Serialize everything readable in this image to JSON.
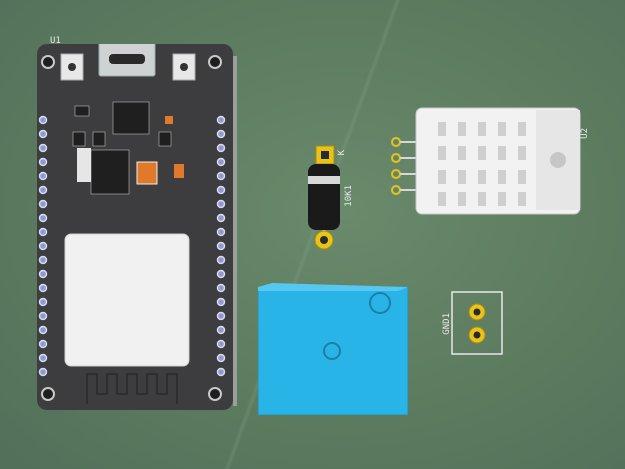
{
  "labels": {
    "u1": "U1",
    "u2": "U2",
    "diode_ref": "10K1",
    "diode_pin": "K",
    "gnd": "GND1"
  },
  "colors": {
    "board_bg": "#5c7b5f",
    "pcb": "#3c3c3e",
    "relay": "#29b4e8",
    "gold": "#e0c21a",
    "dht": "#f2f2f2"
  }
}
